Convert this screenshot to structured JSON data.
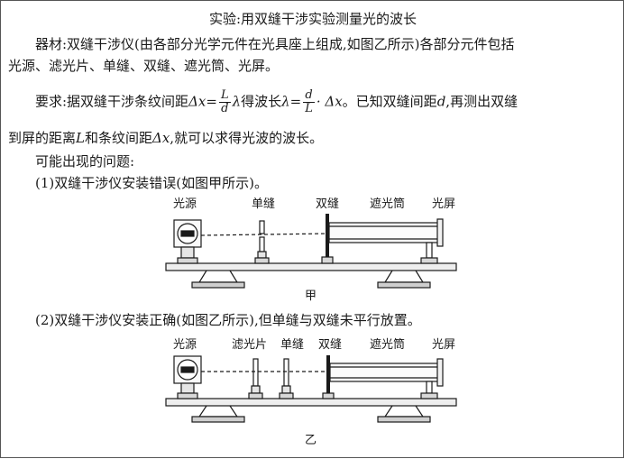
{
  "title": "实验:用双缝干涉实验测量光的波长",
  "equipment": {
    "line1": "器材:双缝干涉仪(由各部分光学元件在光具座上组成,如图乙所示)各部分元件包括",
    "line2": "光源、滤光片、单缝、双缝、遮光筒、光屏。"
  },
  "requirement": {
    "prefix": "要求:据双缝干涉条纹间距",
    "dx": "Δx",
    "eq": "=",
    "frac1_num": "L",
    "frac1_den": "d",
    "lambda1": "λ",
    "mid": "得波长",
    "lambda2": "λ",
    "eq2": "=",
    "frac2_num": "d",
    "frac2_den": "L",
    "dot_dx": "· Δx",
    "suffix": "。已知双缝间距",
    "d_var": "d",
    "suffix2": ",再测出双缝",
    "line2_prefix": "到屏的距离",
    "L_var": "L",
    "line2_mid": "和条纹间距",
    "line2_dx": "Δx",
    "line2_suffix": ",就可以求得光波的波长。"
  },
  "problems_intro": "可能出现的问题:",
  "case1": {
    "heading": "(1)双缝干涉仪安装错误(如图甲所示)。",
    "labels": [
      "光源",
      "单缝",
      "双缝",
      "遮光筒",
      "光屏"
    ],
    "caption": "甲"
  },
  "case2": {
    "heading": "(2)双缝干涉仪安装正确(如图乙所示),但单缝与双缝未平行放置。",
    "labels": [
      "光源",
      "滤光片",
      "单缝",
      "双缝",
      "遮光筒",
      "光屏"
    ],
    "caption": "乙"
  }
}
